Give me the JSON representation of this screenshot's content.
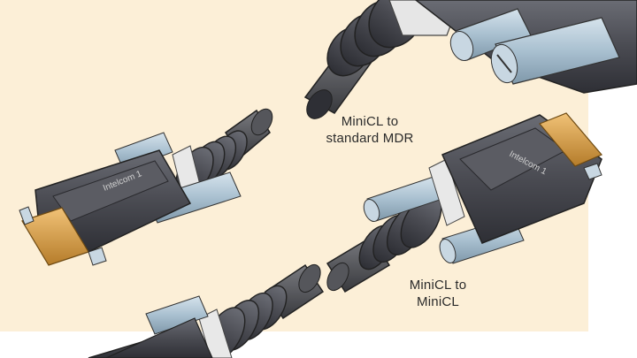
{
  "captions": {
    "minicl_to_mdr": {
      "line1": "MiniCL to",
      "line2": "standard MDR"
    },
    "minicl_to_minicl": {
      "line1": "MiniCL to",
      "line2": "MiniCL"
    }
  },
  "connector_brand": "Intelcom 1",
  "colors": {
    "background_panel": "#fcefd7",
    "connector_body": "#4a4b52",
    "connector_dark": "#2e2f35",
    "thumbscrew": "#a9c0d0",
    "gold_contact": "#d8a24a"
  },
  "icons": {
    "top_right": "mdr-connector-icon",
    "middle_left": "minicl-connector-icon",
    "middle_right": "minicl-connector-icon",
    "bottom_left": "minicl-connector-icon"
  }
}
